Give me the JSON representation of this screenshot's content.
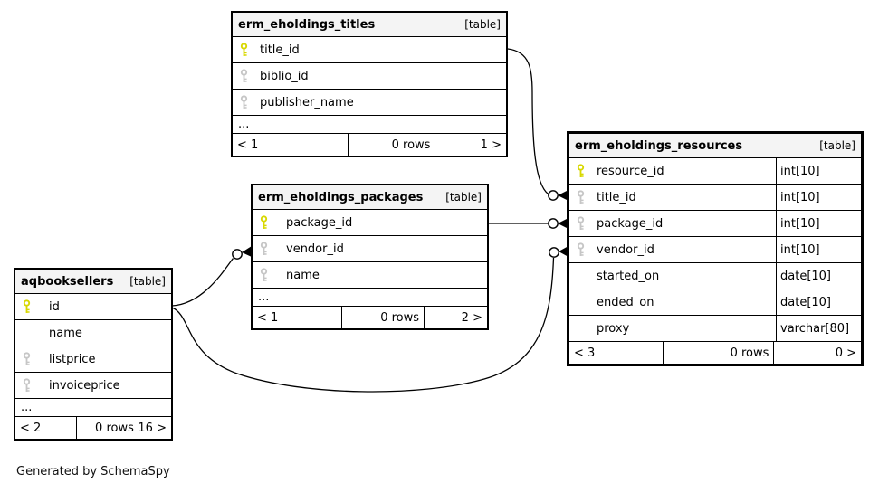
{
  "note": "Generated by SchemaSpy",
  "colors": {
    "primary_key": "#d8d800",
    "nullable_key": "#c6c6c6",
    "header_bg": "#f4f4f4",
    "border": "#000000"
  },
  "tables": {
    "titles": {
      "name": "erm_eholdings_titles",
      "tag": "[table]",
      "cols": [
        {
          "label": "title_id",
          "key": "primary"
        },
        {
          "label": "biblio_id",
          "key": "nullable"
        },
        {
          "label": "publisher_name",
          "key": "nullable"
        }
      ],
      "more": "...",
      "footer": {
        "left": "< 1",
        "rows": "0 rows",
        "right": "1 >"
      }
    },
    "packages": {
      "name": "erm_eholdings_packages",
      "tag": "[table]",
      "cols": [
        {
          "label": "package_id",
          "key": "primary"
        },
        {
          "label": "vendor_id",
          "key": "nullable"
        },
        {
          "label": "name",
          "key": "nullable"
        }
      ],
      "more": "...",
      "footer": {
        "left": "< 1",
        "rows": "0 rows",
        "right": "2 >"
      }
    },
    "resources": {
      "name": "erm_eholdings_resources",
      "tag": "[table]",
      "cols": [
        {
          "label": "resource_id",
          "key": "primary",
          "type": "int[10]"
        },
        {
          "label": "title_id",
          "key": "nullable",
          "type": "int[10]"
        },
        {
          "label": "package_id",
          "key": "nullable",
          "type": "int[10]"
        },
        {
          "label": "vendor_id",
          "key": "nullable",
          "type": "int[10]"
        },
        {
          "label": "started_on",
          "key": "none",
          "type": "date[10]"
        },
        {
          "label": "ended_on",
          "key": "none",
          "type": "date[10]"
        },
        {
          "label": "proxy",
          "key": "none",
          "type": "varchar[80]"
        }
      ],
      "footer": {
        "left": "< 3",
        "rows": "0 rows",
        "right": "0 >"
      }
    },
    "aqbooksellers": {
      "name": "aqbooksellers",
      "tag": "[table]",
      "cols": [
        {
          "label": "id",
          "key": "primary"
        },
        {
          "label": "name",
          "key": "none"
        },
        {
          "label": "listprice",
          "key": "nullable"
        },
        {
          "label": "invoiceprice",
          "key": "nullable"
        }
      ],
      "more": "...",
      "footer": {
        "left": "< 2",
        "rows": "0 rows",
        "right": "16 >"
      }
    }
  },
  "relationships": [
    {
      "from": "erm_eholdings_titles.title_id",
      "to": "erm_eholdings_resources.title_id"
    },
    {
      "from": "erm_eholdings_packages.package_id",
      "to": "erm_eholdings_resources.package_id"
    },
    {
      "from": "aqbooksellers.id",
      "to": "erm_eholdings_packages.vendor_id"
    },
    {
      "from": "aqbooksellers.id",
      "to": "erm_eholdings_resources.vendor_id"
    }
  ]
}
